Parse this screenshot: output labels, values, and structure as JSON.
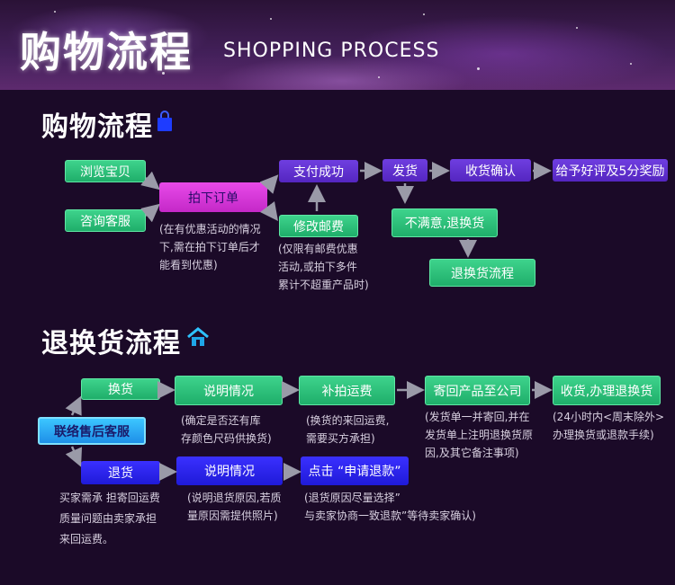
{
  "banner": {
    "title": "购物流程",
    "subtitle": "SHOPPING PROCESS"
  },
  "shopping": {
    "title": "购物流程",
    "browse": "浏览宝贝",
    "consult": "咨询客服",
    "order": "拍下订单",
    "order_note_1": "(在有优惠活动的情况",
    "order_note_2": "下,需在拍下订单后才",
    "order_note_3": "能看到优惠)",
    "pay_success": "支付成功",
    "modify_postage": "修改邮费",
    "postage_note_1": "(仅限有邮费优惠",
    "postage_note_2": "活动,或拍下多件",
    "postage_note_3": "累计不超重产品时)",
    "ship": "发货",
    "confirm": "收货确认",
    "review": "给予好评及5分奖励",
    "unsatisfied": "不满意,退换货",
    "return_process": "退换货流程"
  },
  "returns": {
    "title": "退换货流程",
    "contact": "联络售后客服",
    "exchange": "换货",
    "explain": "说明情况",
    "explain_note_1": "(确定是否还有库",
    "explain_note_2": "存颜色尺码供换货)",
    "pay_freight": "补拍运费",
    "freight_note_1": "(换货的来回运费,",
    "freight_note_2": "需要买方承担)",
    "send_back": "寄回产品至公司",
    "send_note_1": "(发货单一并寄回,并在",
    "send_note_2": "发货单上注明退换货原",
    "send_note_3": "因,及其它备注事项)",
    "receive": "收货,办理退换货",
    "receive_note_1": "(24小时内<周末除外>",
    "receive_note_2": "办理换货或退款手续)",
    "refund": "退货",
    "refund_note_1": "买家需承 担寄回运费",
    "refund_note_2": "质量问题由卖家承担",
    "refund_note_3": "来回运费。",
    "explain2": "说明情况",
    "explain2_note_1": "(说明退货原因,若质",
    "explain2_note_2": "量原因需提供照片)",
    "apply": "点击 “申请退款”",
    "apply_note_1": "(退货原因尽量选择”",
    "apply_note_2": "与卖家协商一致退款”等待卖家确认)"
  },
  "icons": {
    "bag": "shopping-bag-icon",
    "house": "house-icon"
  },
  "colors": {
    "green": "#1fae6a",
    "purple": "#5426c0",
    "magenta": "#c428c8",
    "blue": "#1f1ad8",
    "light_blue": "#3cc6ff",
    "background": "#1b0a28"
  }
}
